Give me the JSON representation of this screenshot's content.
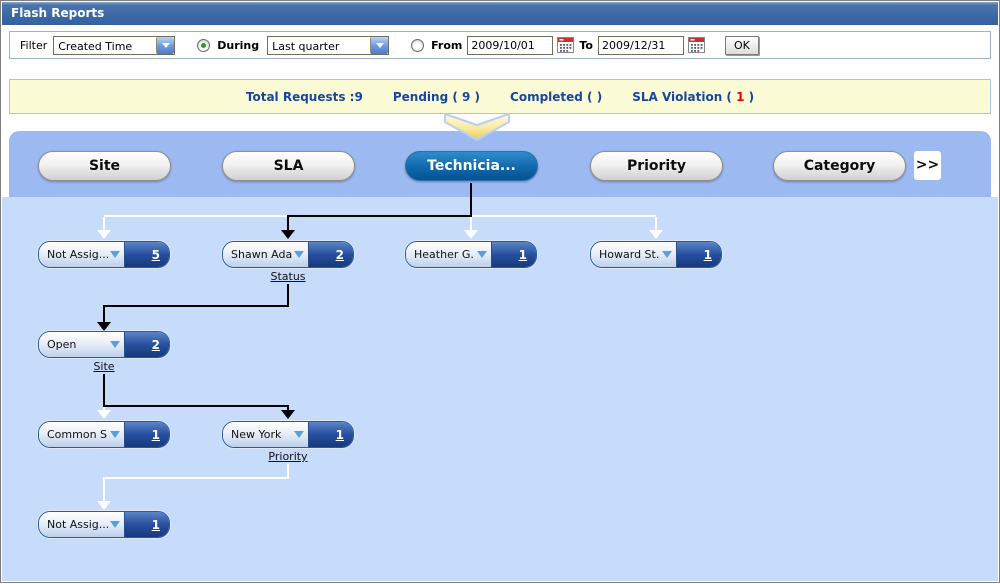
{
  "window": {
    "title": "Flash Reports"
  },
  "filter_bar": {
    "filter_label": "Filter",
    "filter_select": "Created Time",
    "during_label": "During",
    "during_select": "Last quarter",
    "from_label": "From",
    "from_date": "2009/10/01",
    "to_label": "To",
    "to_date": "2009/12/31",
    "ok_button": "OK"
  },
  "summary": {
    "total": "Total Requests :9",
    "pending": "Pending ( 9 )",
    "completed": "Completed ( )",
    "sla_prefix": "SLA Violation ( ",
    "sla_value": "1",
    "sla_suffix": " )"
  },
  "group_tabs": {
    "items": [
      {
        "label": "Site",
        "selected": false
      },
      {
        "label": "SLA",
        "selected": false
      },
      {
        "label": "Technicia...",
        "selected": true
      },
      {
        "label": "Priority",
        "selected": false
      },
      {
        "label": "Category",
        "selected": false
      }
    ],
    "more_button": ">>"
  },
  "tree": {
    "nodes": [
      {
        "label": "Not Assig...",
        "count": "5"
      },
      {
        "label": "Shawn Ada..",
        "count": "2",
        "sublabel": "Status"
      },
      {
        "label": "Heather G..",
        "count": "1"
      },
      {
        "label": "Howard St.",
        "count": "1"
      },
      {
        "label": "Open",
        "count": "2",
        "sublabel": "Site"
      },
      {
        "label": "Common Si..",
        "count": "1"
      },
      {
        "label": "New York",
        "count": "1",
        "sublabel": "Priority"
      },
      {
        "label": "Not Assig...",
        "count": "1"
      }
    ]
  },
  "colors": {
    "summary_text": "#17469e",
    "violation_red": "#e00000",
    "selected_tab_blue": "#0d68ac",
    "band_blue": "#9db9f1",
    "tree_background": "#c7dbfa",
    "summary_background": "#fbfcd6",
    "title_bar_blue": "#3b68a6"
  }
}
